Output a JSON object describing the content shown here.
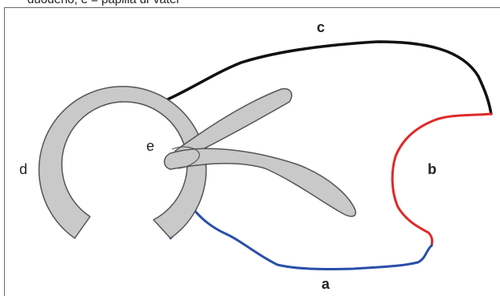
{
  "caption": "duodeno; e = papilla di Vater",
  "labels": {
    "a": "a",
    "b": "b",
    "c": "c",
    "d": "d",
    "e": "e"
  },
  "colors": {
    "segment_a": "#2a4fa8",
    "segment_b": "#e02a2a",
    "segment_c": "#111111",
    "shape_fill": "#c9c9c9",
    "shape_stroke": "#555555"
  }
}
